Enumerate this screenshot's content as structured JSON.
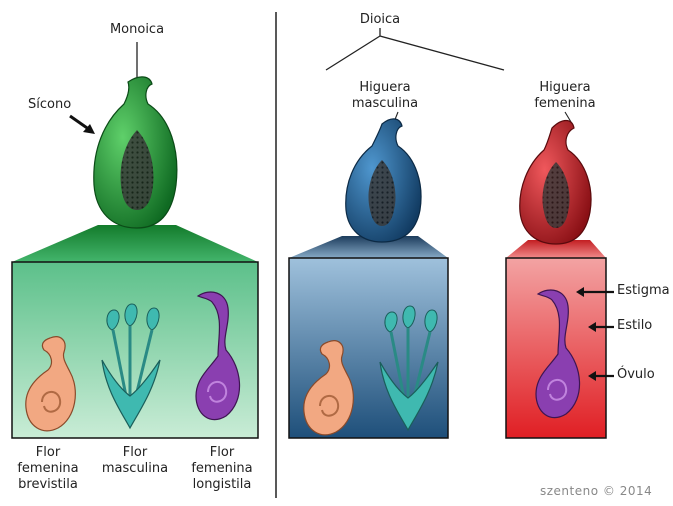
{
  "left_panel": {
    "title": "Monoica",
    "syconium_label": "Sícono",
    "flowers": [
      {
        "line1": "Flor",
        "line2": "femenina",
        "line3": "brevistila"
      },
      {
        "line1": "Flor",
        "line2": "masculina",
        "line3": ""
      },
      {
        "line1": "Flor",
        "line2": "femenina",
        "line3": "longistila"
      }
    ]
  },
  "right_panel": {
    "title": "Dioica",
    "male_tree": {
      "line1": "Higuera",
      "line2": "masculina"
    },
    "female_tree": {
      "line1": "Higuera",
      "line2": "femenina"
    },
    "parts": [
      "Estigma",
      "Estilo",
      "Óvulo"
    ]
  },
  "credit": "szenteno © 2014",
  "colors": {
    "green_fig": "#2e8b3a",
    "blue_fig": "#1f5f8f",
    "red_fig": "#b8252a",
    "green_box": "#5cc08a",
    "blue_box": "#2b5f8a",
    "red_box": "#e8262a",
    "peach_flower": "#f0a07a",
    "teal_flower": "#3fb9b0",
    "purple_flower": "#8a3fb0"
  }
}
